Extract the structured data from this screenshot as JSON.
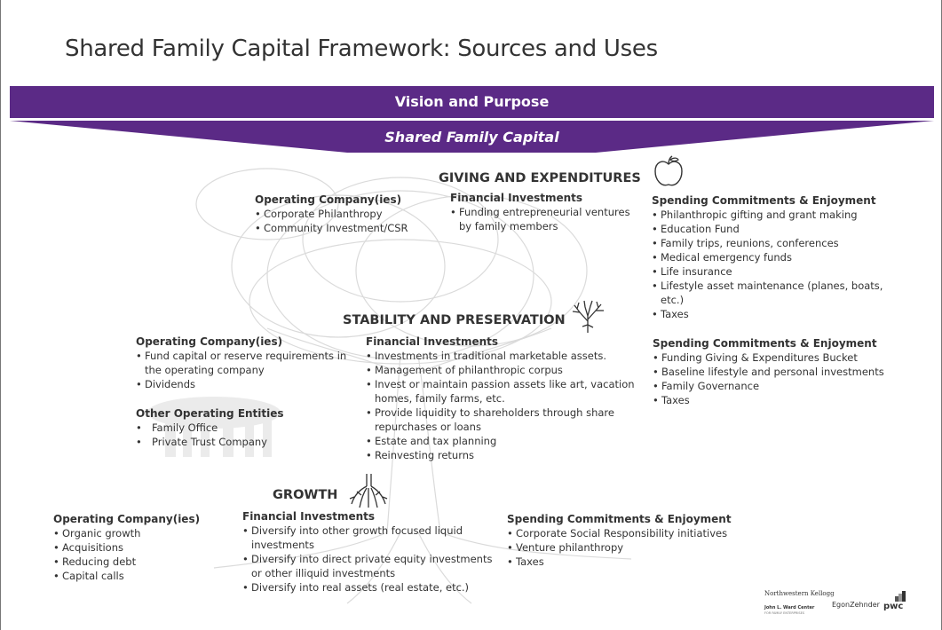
{
  "title": "Shared Family Capital Framework: Sources and Uses",
  "banner": "Vision and Purpose",
  "funnel_label": "Shared Family Capital",
  "giving": {
    "heading": "GIVING AND EXPENDITURES",
    "icon": "apple-icon",
    "opco": {
      "title": "Operating Company(ies)",
      "items": [
        "Corporate Philanthropy",
        "Community Investment/CSR"
      ]
    },
    "fin": {
      "title": "Financial Investments",
      "items": [
        "Funding entrepreneurial ventures by family members"
      ]
    },
    "spend": {
      "title": "Spending Commitments & Enjoyment",
      "items": [
        "Philanthropic gifting and grant making",
        "Education Fund",
        "Family trips, reunions, conferences",
        "Medical emergency funds",
        "Life insurance",
        "Lifestyle asset maintenance (planes, boats, etc.)",
        "Taxes"
      ]
    }
  },
  "stability": {
    "heading": "STABILITY AND PRESERVATION",
    "icon": "tree-branches-icon",
    "opco": {
      "title": "Operating Company(ies)",
      "items": [
        "Fund capital or reserve requirements in the operating company",
        "Dividends"
      ]
    },
    "other": {
      "title": "Other Operating Entities",
      "items": [
        "Family Office",
        "Private Trust Company"
      ]
    },
    "fin": {
      "title": "Financial Investments",
      "items": [
        "Investments in traditional marketable assets.",
        "Management of philanthropic corpus",
        "Invest or maintain passion assets like art, vacation homes, family farms, etc.",
        "Provide liquidity to shareholders through share repurchases or loans",
        "Estate and tax planning",
        "Reinvesting returns"
      ]
    },
    "spend": {
      "title": "Spending Commitments & Enjoyment",
      "items": [
        "Funding Giving & Expenditures Bucket",
        "Baseline lifestyle and personal investments",
        "Family Governance",
        "Taxes"
      ]
    }
  },
  "growth": {
    "heading": "GROWTH",
    "icon": "roots-icon",
    "opco": {
      "title": "Operating Company(ies)",
      "items": [
        "Organic growth",
        "Acquisitions",
        "Reducing debt",
        "Capital calls"
      ]
    },
    "fin": {
      "title": "Financial Investments",
      "items": [
        "Diversify into other growth focused liquid investments",
        "Diversify into direct private equity investments or other illiquid investments",
        "Diversify into real assets (real estate, etc.)"
      ]
    },
    "spend": {
      "title": "Spending Commitments & Enjoyment",
      "items": [
        "Corporate Social Responsibility initiatives",
        "Venture philanthropy",
        "Taxes"
      ]
    }
  },
  "logos": {
    "kellogg": "Northwestern Kellogg",
    "ward": "John L. Ward Center",
    "ward_sub": "FOR FAMILY ENTERPRISES",
    "egon": "EgonZehnder",
    "pwc": "pwc"
  },
  "colors": {
    "purple": "#5b2a86",
    "text": "#333333"
  }
}
